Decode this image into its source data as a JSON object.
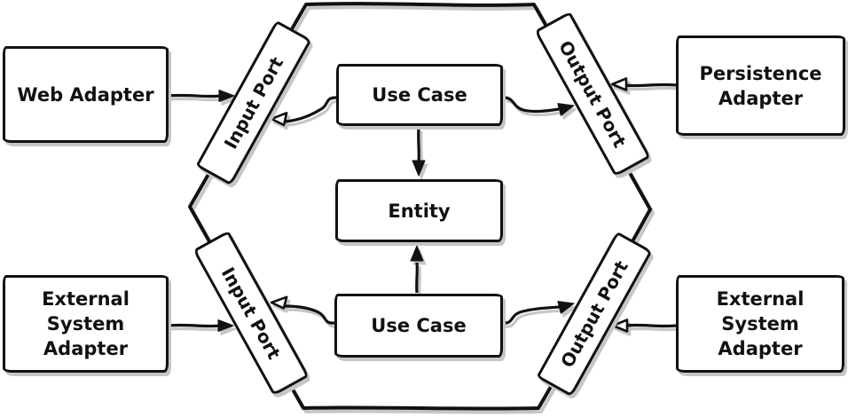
{
  "diagram": {
    "kind": "hexagonal-architecture",
    "colors": {
      "stroke": "#111111",
      "box_fill": "#ffffff",
      "shadow": "#c6c6c6",
      "background": "#ffffff"
    },
    "boxes": {
      "web_adapter": {
        "lines": [
          "Web Adapter"
        ]
      },
      "persistence_adapter": {
        "lines": [
          "Persistence",
          "Adapter"
        ]
      },
      "external_system_adapter_left": {
        "lines": [
          "External",
          "System",
          "Adapter"
        ]
      },
      "external_system_adapter_right": {
        "lines": [
          "External",
          "System",
          "Adapter"
        ]
      },
      "input_port_top": {
        "label": "Input Port"
      },
      "output_port_top": {
        "label": "Output Port"
      },
      "input_port_bottom": {
        "label": "Input Port"
      },
      "output_port_bottom": {
        "label": "Output Port"
      },
      "use_case_top": {
        "label": "Use Case"
      },
      "entity": {
        "label": "Entity"
      },
      "use_case_bottom": {
        "label": "Use Case"
      }
    },
    "connections": [
      {
        "from": "Web Adapter",
        "to": "Input Port (top)",
        "arrowhead": "solid"
      },
      {
        "from": "Use Case (top)",
        "to": "Input Port (top)",
        "arrowhead": "hollow"
      },
      {
        "from": "Use Case (top)",
        "to": "Output Port (top)",
        "arrowhead": "solid"
      },
      {
        "from": "Persistence Adapter",
        "to": "Output Port (top)",
        "arrowhead": "hollow"
      },
      {
        "from": "Use Case (top)",
        "to": "Entity",
        "arrowhead": "solid"
      },
      {
        "from": "Use Case (bottom)",
        "to": "Entity",
        "arrowhead": "solid"
      },
      {
        "from": "External System Adapter (left)",
        "to": "Input Port (bottom)",
        "arrowhead": "solid"
      },
      {
        "from": "Use Case (bottom)",
        "to": "Input Port (bottom)",
        "arrowhead": "hollow"
      },
      {
        "from": "Use Case (bottom)",
        "to": "Output Port (bottom)",
        "arrowhead": "solid"
      },
      {
        "from": "External System Adapter (right)",
        "to": "Output Port (bottom)",
        "arrowhead": "hollow"
      }
    ]
  }
}
